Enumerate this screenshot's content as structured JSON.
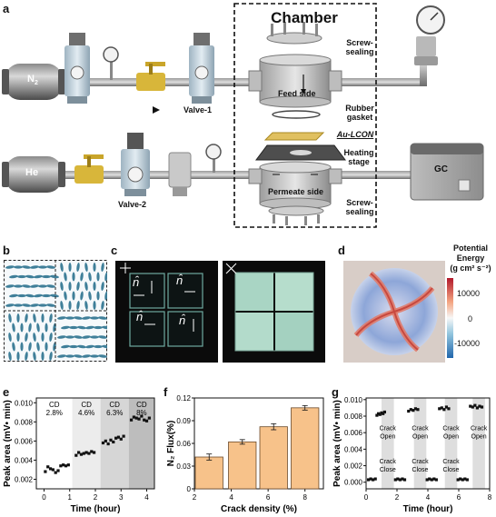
{
  "panel_labels": [
    "a",
    "b",
    "c",
    "d",
    "e",
    "f",
    "g"
  ],
  "panel_a": {
    "chamber_title": "Chamber",
    "labels": {
      "n2": "N",
      "n2_sub": "2",
      "he": "He",
      "valve1": "Valve-1",
      "valve2": "Valve-2",
      "feed_side": "Feed side",
      "permeate_side": "Permeate side",
      "screw_sealing_top": "Screw-\nsealing",
      "rubber_gasket": "Rubber\ngasket",
      "au_lcon": "Au-LCON",
      "heating_stage": "Heating\nstage",
      "screw_sealing_bottom": "Screw-\nsealing",
      "gc": "GC"
    }
  },
  "panel_c": {
    "n_hat": "n̂"
  },
  "panel_d": {
    "colorbar_title": "Potential\nEnergy\n(g cm² s⁻²)",
    "ticks": [
      "10000",
      "0",
      "-10000"
    ]
  },
  "chart_data": [
    {
      "id": "e",
      "type": "scatter",
      "xlabel": "Time (hour)",
      "ylabel": "Peak area (mV• min)",
      "xlim": [
        -0.3,
        4.3
      ],
      "ylim": [
        0.001,
        0.0105
      ],
      "xticks": [
        0,
        1,
        2,
        3,
        4
      ],
      "yticks": [
        0.002,
        0.004,
        0.006,
        0.008,
        0.01
      ],
      "ytick_labels": [
        "0.002",
        "0.004",
        "0.006",
        "0.008",
        "0.010"
      ],
      "bands": [
        {
          "x": [
            -0.3,
            1.1
          ],
          "label": "CD\n2.8%",
          "shade": "#ffffff"
        },
        {
          "x": [
            1.1,
            2.2
          ],
          "label": "CD\n4.6%",
          "shade": "#ececec"
        },
        {
          "x": [
            2.2,
            3.3
          ],
          "label": "CD\n6.3%",
          "shade": "#d6d6d6"
        },
        {
          "x": [
            3.3,
            4.3
          ],
          "label": "CD\n8%",
          "shade": "#bdbdbd"
        }
      ],
      "points": [
        [
          0.05,
          0.0028
        ],
        [
          0.15,
          0.0033
        ],
        [
          0.25,
          0.0031
        ],
        [
          0.35,
          0.003
        ],
        [
          0.45,
          0.0027
        ],
        [
          0.55,
          0.0029
        ],
        [
          0.65,
          0.0034
        ],
        [
          0.75,
          0.0035
        ],
        [
          0.85,
          0.0034
        ],
        [
          0.95,
          0.0035
        ],
        [
          1.25,
          0.0045
        ],
        [
          1.35,
          0.0048
        ],
        [
          1.45,
          0.0046
        ],
        [
          1.55,
          0.0047
        ],
        [
          1.65,
          0.0048
        ],
        [
          1.75,
          0.0047
        ],
        [
          1.85,
          0.0049
        ],
        [
          1.95,
          0.0048
        ],
        [
          2.3,
          0.0058
        ],
        [
          2.4,
          0.006
        ],
        [
          2.5,
          0.0057
        ],
        [
          2.6,
          0.0061
        ],
        [
          2.7,
          0.0059
        ],
        [
          2.8,
          0.0063
        ],
        [
          2.9,
          0.0064
        ],
        [
          3.0,
          0.0062
        ],
        [
          3.1,
          0.0065
        ],
        [
          3.4,
          0.0082
        ],
        [
          3.5,
          0.0085
        ],
        [
          3.6,
          0.0084
        ],
        [
          3.7,
          0.0083
        ],
        [
          3.8,
          0.0086
        ],
        [
          3.9,
          0.0082
        ],
        [
          4.0,
          0.0081
        ],
        [
          4.1,
          0.0084
        ]
      ]
    },
    {
      "id": "f",
      "type": "bar",
      "xlabel": "Crack density  (%)",
      "ylabel": "N₂ Flux(%)",
      "xlim": [
        2,
        9
      ],
      "ylim": [
        0,
        0.12
      ],
      "xticks": [
        2,
        4,
        6,
        8
      ],
      "yticks": [
        0,
        0.03,
        0.06,
        0.09,
        0.12
      ],
      "ytick_labels": [
        "0",
        "0.03",
        "0.06",
        "0.09",
        "0.12"
      ],
      "x": [
        2.8,
        4.6,
        6.3,
        8.0
      ],
      "values": [
        0.042,
        0.062,
        0.082,
        0.107
      ],
      "errors": [
        0.004,
        0.003,
        0.004,
        0.003
      ],
      "color": "#f7c28a"
    },
    {
      "id": "g",
      "type": "scatter",
      "xlabel": "Time (hour)",
      "ylabel": "Peak area (mV• min)",
      "xlim": [
        0,
        8
      ],
      "ylim": [
        -0.0008,
        0.0102
      ],
      "xticks": [
        0,
        2,
        4,
        6,
        8
      ],
      "yticks": [
        0,
        0.002,
        0.004,
        0.006,
        0.008,
        0.01
      ],
      "ytick_labels": [
        "0.000",
        "0.002",
        "0.004",
        "0.006",
        "0.008",
        "0.010"
      ],
      "gray_bands": [
        [
          1.0,
          1.8
        ],
        [
          3.1,
          3.9
        ],
        [
          5.1,
          5.9
        ],
        [
          6.9,
          7.7
        ]
      ],
      "annotations": [
        {
          "x": 1.4,
          "y": 0.0063,
          "text": "Crack\nOpen"
        },
        {
          "x": 1.4,
          "y": 0.0023,
          "text": "Crack\nClose"
        },
        {
          "x": 3.5,
          "y": 0.0063,
          "text": "Crack\nOpen"
        },
        {
          "x": 3.5,
          "y": 0.0023,
          "text": "Crack\nClose"
        },
        {
          "x": 5.5,
          "y": 0.0063,
          "text": "Crack\nOpen"
        },
        {
          "x": 5.5,
          "y": 0.0023,
          "text": "Crack\nClose"
        },
        {
          "x": 7.3,
          "y": 0.0063,
          "text": "Crack\nOpen"
        }
      ],
      "points": [
        [
          0.15,
          0.0003
        ],
        [
          0.3,
          0.0004
        ],
        [
          0.45,
          0.0003
        ],
        [
          0.6,
          0.0004
        ],
        [
          0.7,
          0.0081
        ],
        [
          0.8,
          0.0083
        ],
        [
          0.9,
          0.0082
        ],
        [
          1.0,
          0.0084
        ],
        [
          1.1,
          0.0083
        ],
        [
          1.2,
          0.0085
        ],
        [
          1.9,
          0.0003
        ],
        [
          2.05,
          0.0004
        ],
        [
          2.2,
          0.0003
        ],
        [
          2.35,
          0.0004
        ],
        [
          2.5,
          0.0003
        ],
        [
          2.75,
          0.0086
        ],
        [
          2.9,
          0.0088
        ],
        [
          3.05,
          0.0087
        ],
        [
          3.2,
          0.0089
        ],
        [
          3.35,
          0.0088
        ],
        [
          3.95,
          0.0003
        ],
        [
          4.1,
          0.0004
        ],
        [
          4.25,
          0.0003
        ],
        [
          4.4,
          0.0004
        ],
        [
          4.55,
          0.0003
        ],
        [
          4.75,
          0.0089
        ],
        [
          4.9,
          0.009
        ],
        [
          5.05,
          0.0088
        ],
        [
          5.2,
          0.0091
        ],
        [
          5.35,
          0.0089
        ],
        [
          5.95,
          0.0003
        ],
        [
          6.1,
          0.0004
        ],
        [
          6.25,
          0.0003
        ],
        [
          6.4,
          0.0004
        ],
        [
          6.55,
          0.0003
        ],
        [
          6.75,
          0.0092
        ],
        [
          6.9,
          0.0091
        ],
        [
          7.05,
          0.0093
        ],
        [
          7.2,
          0.009
        ],
        [
          7.35,
          0.0092
        ],
        [
          7.5,
          0.0091
        ]
      ]
    }
  ]
}
